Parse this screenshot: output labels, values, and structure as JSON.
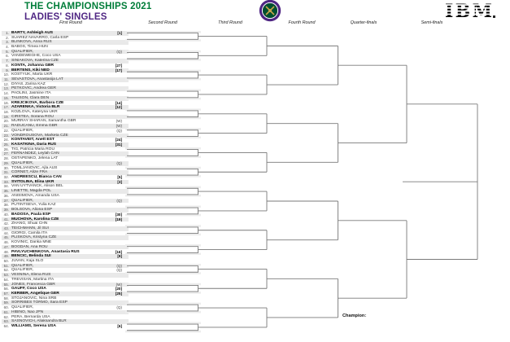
{
  "title": {
    "line1": "THE CHAMPIONSHIPS 2021",
    "line2": "LADIES' SINGLES"
  },
  "logos": {
    "wimbledon": "wimbledon-roundel",
    "ibm_text": "IBM"
  },
  "columns": [
    "First Round",
    "Second Round",
    "Third Round",
    "Fourth Round",
    "Quarter-finals",
    "Semi-finals"
  ],
  "champion_label": "Champion:",
  "colors": {
    "title_green": "#007d39",
    "title_purple": "#4f2683",
    "bracket_line": "#7a7a7a",
    "row_stripe": "#e9e9e9"
  },
  "players": [
    {
      "num": "1.",
      "name": "BARTY, Ashleigh AUS",
      "tag": "[1]",
      "seeded": true
    },
    {
      "num": "2.",
      "name": "SUAREZ NAVARRO, Carla ESP",
      "tag": "",
      "seeded": false
    },
    {
      "num": "3.",
      "name": "BLINKOVA, Anna RUS",
      "tag": "",
      "seeded": false
    },
    {
      "num": "4.",
      "name": "BABOS, Timea HUN",
      "tag": "",
      "seeded": false
    },
    {
      "num": "5.",
      "name": "QUALIFIER,",
      "tag": "(Q)",
      "seeded": false
    },
    {
      "num": "6.",
      "name": "VANDEWEGHE, Coco USA",
      "tag": "",
      "seeded": false
    },
    {
      "num": "7.",
      "name": "SINIAKOVA, Katerina CZE",
      "tag": "",
      "seeded": false
    },
    {
      "num": "8.",
      "name": "KONTA, Johanna GBR",
      "tag": "[27]",
      "seeded": true
    },
    {
      "num": "9.",
      "name": "BERTENS, Kiki NED",
      "tag": "[17]",
      "seeded": true
    },
    {
      "num": "10.",
      "name": "KOSTYUK, Marta UKR",
      "tag": "",
      "seeded": false
    },
    {
      "num": "11.",
      "name": "SEVASTOVA, Anastasija LAT",
      "tag": "",
      "seeded": false
    },
    {
      "num": "12.",
      "name": "DIYAS, Zarina KAZ",
      "tag": "",
      "seeded": false
    },
    {
      "num": "13.",
      "name": "PETKOVIC, Andrea GER",
      "tag": "",
      "seeded": false
    },
    {
      "num": "14.",
      "name": "PAOLINI, Jasmine ITA",
      "tag": "",
      "seeded": false
    },
    {
      "num": "15.",
      "name": "TAUSON, Clara DEN",
      "tag": "",
      "seeded": false
    },
    {
      "num": "16.",
      "name": "KREJCIKOVA, Barbora CZE",
      "tag": "[14]",
      "seeded": true
    },
    {
      "num": "17.",
      "name": "AZARENKA, Victoria BLR",
      "tag": "[12]",
      "seeded": true
    },
    {
      "num": "18.",
      "name": "KOZLOVA, Kateryna UKR",
      "tag": "",
      "seeded": false
    },
    {
      "num": "19.",
      "name": "CIRSTEA, Sorana ROU",
      "tag": "",
      "seeded": false
    },
    {
      "num": "20.",
      "name": "MURRAY SHARAN, Samantha GBR",
      "tag": "(W)",
      "seeded": false
    },
    {
      "num": "21.",
      "name": "RADUCANU, Emma GBR",
      "tag": "(W)",
      "seeded": false
    },
    {
      "num": "22.",
      "name": "QUALIFIER,",
      "tag": "(Q)",
      "seeded": false
    },
    {
      "num": "23.",
      "name": "VONDROUSOVA, Marketa CZE",
      "tag": "",
      "seeded": false
    },
    {
      "num": "24.",
      "name": "KONTAVEIT, Anett EST",
      "tag": "[24]",
      "seeded": true
    },
    {
      "num": "25.",
      "name": "KASATKINA, Daria RUS",
      "tag": "[31]",
      "seeded": true
    },
    {
      "num": "26.",
      "name": "TIG, Patricia Maria ROU",
      "tag": "",
      "seeded": false
    },
    {
      "num": "27.",
      "name": "FERNANDEZ, Leylah CAN",
      "tag": "",
      "seeded": false
    },
    {
      "num": "28.",
      "name": "OSTAPENKO, Jelena LAT",
      "tag": "",
      "seeded": false
    },
    {
      "num": "29.",
      "name": "QUALIFIER,",
      "tag": "(Q)",
      "seeded": false
    },
    {
      "num": "30.",
      "name": "TOMLJANOVIC, Ajla AUS",
      "tag": "",
      "seeded": false
    },
    {
      "num": "31.",
      "name": "CORNET, Alize FRA",
      "tag": "",
      "seeded": false
    },
    {
      "num": "32.",
      "name": "ANDREESCU, Bianca CAN",
      "tag": "[5]",
      "seeded": true
    },
    {
      "num": "33.",
      "name": "SVITOLINA, Elina UKR",
      "tag": "[3]",
      "seeded": true
    },
    {
      "num": "34.",
      "name": "VAN UYTVANCK, Alison BEL",
      "tag": "",
      "seeded": false
    },
    {
      "num": "35.",
      "name": "LINETTE, Magda POL",
      "tag": "",
      "seeded": false
    },
    {
      "num": "36.",
      "name": "ANISIMOVA, Amanda USA",
      "tag": "",
      "seeded": false
    },
    {
      "num": "37.",
      "name": "QUALIFIER,",
      "tag": "(Q)",
      "seeded": false
    },
    {
      "num": "38.",
      "name": "PUTINTSEVA, Yulia KAZ",
      "tag": "",
      "seeded": false
    },
    {
      "num": "39.",
      "name": "BOLSOVA, Aliona ESP",
      "tag": "",
      "seeded": false
    },
    {
      "num": "40.",
      "name": "BADOSA, Paula ESP",
      "tag": "[30]",
      "seeded": true
    },
    {
      "num": "41.",
      "name": "MUCHOVA, Karolina CZE",
      "tag": "[19]",
      "seeded": true
    },
    {
      "num": "42.",
      "name": "ZHANG, Shuai CHN",
      "tag": "",
      "seeded": false
    },
    {
      "num": "43.",
      "name": "TEICHMANN, Jil SUI",
      "tag": "",
      "seeded": false
    },
    {
      "num": "44.",
      "name": "GIORGI, Camila ITA",
      "tag": "",
      "seeded": false
    },
    {
      "num": "45.",
      "name": "PLISKOVA, Kristyna CZE",
      "tag": "",
      "seeded": false
    },
    {
      "num": "46.",
      "name": "KOVINIC, Danka MNE",
      "tag": "",
      "seeded": false
    },
    {
      "num": "47.",
      "name": "BOGDAN, Ana ROU",
      "tag": "",
      "seeded": false
    },
    {
      "num": "48.",
      "name": "PAVLYUCHENKOVA, Anastasia RUS",
      "tag": "[16]",
      "seeded": true
    },
    {
      "num": "49.",
      "name": "BENCIC, Belinda SUI",
      "tag": "[9]",
      "seeded": true
    },
    {
      "num": "50.",
      "name": "JUVAN, Kaja SLO",
      "tag": "",
      "seeded": false
    },
    {
      "num": "51.",
      "name": "QUALIFIER,",
      "tag": "(Q)",
      "seeded": false
    },
    {
      "num": "52.",
      "name": "QUALIFIER,",
      "tag": "(Q)",
      "seeded": false
    },
    {
      "num": "53.",
      "name": "VESNINA, Elena RUS",
      "tag": "",
      "seeded": false
    },
    {
      "num": "54.",
      "name": "TREVISAN, Martina ITA",
      "tag": "",
      "seeded": false
    },
    {
      "num": "55.",
      "name": "JONES, Francesca GBR",
      "tag": "(W)",
      "seeded": false
    },
    {
      "num": "56.",
      "name": "GAUFF, Coco USA",
      "tag": "[20]",
      "seeded": true
    },
    {
      "num": "57.",
      "name": "KERBER, Angelique GER",
      "tag": "[25]",
      "seeded": true
    },
    {
      "num": "58.",
      "name": "STOJANOVIC, Nina SRB",
      "tag": "",
      "seeded": false
    },
    {
      "num": "59.",
      "name": "SORRIBES TORMO, Sara ESP",
      "tag": "",
      "seeded": false
    },
    {
      "num": "60.",
      "name": "QUALIFIER,",
      "tag": "(Q)",
      "seeded": false
    },
    {
      "num": "61.",
      "name": "HIBINO, Nao JPN",
      "tag": "",
      "seeded": false
    },
    {
      "num": "62.",
      "name": "PERA, Bernarda USA",
      "tag": "",
      "seeded": false
    },
    {
      "num": "63.",
      "name": "SASNOVICH, Aliaksandra BLR",
      "tag": "",
      "seeded": false
    },
    {
      "num": "64.",
      "name": "WILLIAMS, Serena USA",
      "tag": "[6]",
      "seeded": true
    }
  ]
}
